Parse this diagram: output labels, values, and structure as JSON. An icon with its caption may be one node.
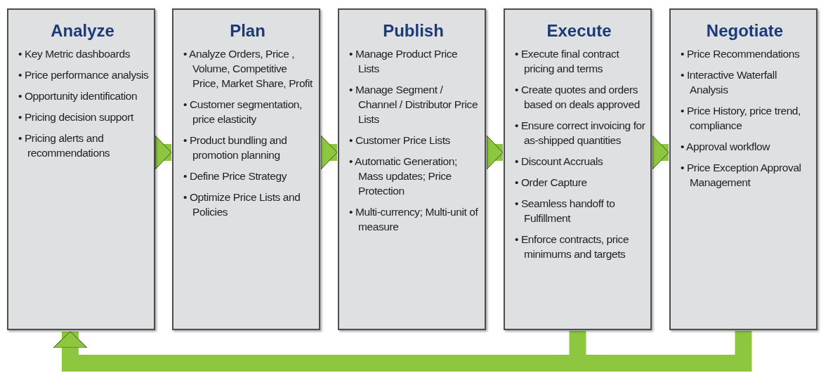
{
  "diagram": {
    "nodes": [
      {
        "text": [
          "Analyze",
          "• Key Metric dashboards",
          "• Price performance analysis",
          "• Opportunity identification",
          "• Pricing decision support",
          "• Pricing alerts and recommendations"
        ]
      },
      {
        "text": [
          "Plan",
          "• Analyze Orders, Price , Volume, Competitive Price, Market Share, Profit",
          "• Customer segmentation, price elasticity",
          "• Product bundling and promotion planning",
          "• Define Price Strategy",
          "• Optimize Price Lists and Policies"
        ]
      },
      {
        "text": [
          "Publish",
          "• Manage Product Price Lists",
          "• Manage Segment / Channel / Distributor Price Lists",
          "• Customer Price Lists",
          "• Automatic Generation; Mass updates; Price Protection",
          "• Multi-currency; Multi-unit of measure"
        ]
      },
      {
        "text": [
          "Execute",
          "• Execute final contract pricing and terms",
          "• Create quotes and orders based on deals approved",
          "• Ensure correct invoicing for as-shipped quantities",
          "• Discount Accruals",
          "• Order Capture",
          "• Seamless handoff to Fulfillment",
          "• Enforce contracts, price minimums and targets"
        ]
      },
      {
        "text": [
          "Negotiate",
          "• Price Recommendations",
          "• Interactive Waterfall Analysis",
          "• Price History, price trend, compliance",
          "• Approval workflow",
          "• Price Exception Approval Management"
        ]
      }
    ],
    "edges": [
      {
        "from": 0,
        "to": 1,
        "arrow": "to"
      },
      {
        "from": 1,
        "to": 2,
        "arrow": "to"
      },
      {
        "from": 2,
        "to": 3,
        "arrow": "to"
      },
      {
        "from": 3,
        "to": 4,
        "arrow": "to"
      },
      {
        "from": 3,
        "to": 0,
        "arrow": "to"
      },
      {
        "from": 4,
        "to": 0,
        "arrow": "to"
      }
    ]
  }
}
